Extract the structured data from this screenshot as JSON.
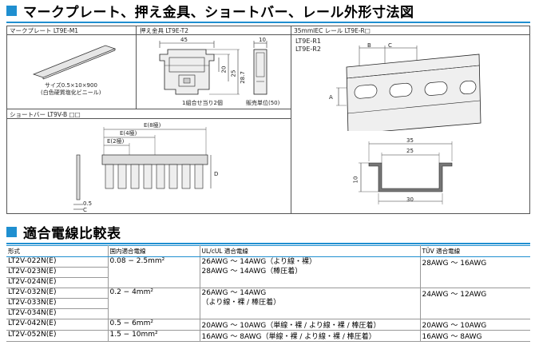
{
  "section1": {
    "title": "マークプレート、押え金具、ショートバー、レール外形寸法図"
  },
  "markplate": {
    "caption": "マークプレート LT9E-M1",
    "size_note": "サイズ0.5×10×900",
    "material_note": "(白色硬質塩化ビニール)"
  },
  "clamp": {
    "caption": "押え金具 LT9E-T2",
    "dim_45": "45",
    "dim_10": "10",
    "dim_20": "20",
    "dim_25": "25",
    "dim_28_7": "28.7",
    "set_note": "1組合せ当り2個",
    "unit_note": "販売単位(50)"
  },
  "rail": {
    "caption": "35mmIEC レール LT9E-R□",
    "model1": "LT9E-R1",
    "model2": "LT9E-R2",
    "label_b": "B",
    "label_c": "C",
    "label_a": "A",
    "dim_35": "35",
    "dim_25": "25",
    "dim_10": "10",
    "dim_30": "30"
  },
  "shortbar": {
    "caption": "ショートバー LT9V-B □□",
    "label_e8": "E(8極)",
    "label_e4": "E(4極)",
    "label_e2": "E(2極)",
    "label_d": "D",
    "label_05": "0.5",
    "label_c": "C"
  },
  "section2": {
    "title": "適合電線比較表"
  },
  "table": {
    "headers": [
      "形式",
      "国内適合電線",
      "UL/cUL 適合電線",
      "TÜV 適合電線"
    ],
    "groups": [
      {
        "models": [
          "LT2V-022N(E)",
          "LT2V-023N(E)",
          "LT2V-024N(E)"
        ],
        "domestic": "0.08 − 2.5mm²",
        "ul": [
          "26AWG ～ 14AWG（より線・裸）",
          "28AWG ～ 14AWG（棒圧着）"
        ],
        "tuv": "28AWG ～ 16AWG"
      },
      {
        "models": [
          "LT2V-032N(E)",
          "LT2V-033N(E)",
          "LT2V-034N(E)"
        ],
        "domestic": "0.2 − 4mm²",
        "ul": [
          "26AWG ～ 14AWG",
          "（より線・裸 / 棒圧着）"
        ],
        "tuv": "24AWG ～ 12AWG"
      },
      {
        "models": [
          "LT2V-042N(E)"
        ],
        "domestic": "0.5 − 6mm²",
        "ul": [
          "20AWG ～ 10AWG（単線・裸 / より線・裸 / 棒圧着）"
        ],
        "tuv": "20AWG ～ 10AWG"
      },
      {
        "models": [
          "LT2V-052N(E)"
        ],
        "domestic": "1.5 − 10mm²",
        "ul": [
          "16AWG ～ 8AWG（単線・裸 / より線・裸 / 棒圧着）"
        ],
        "tuv": "16AWG ～ 8AWG"
      }
    ]
  },
  "colors": {
    "accent": "#1f8fd0"
  }
}
